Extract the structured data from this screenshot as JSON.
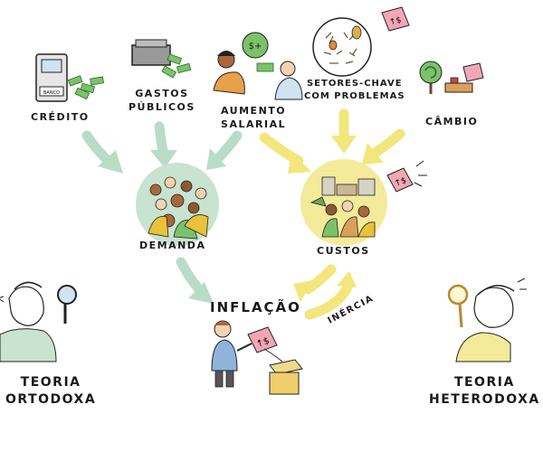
{
  "sources": {
    "credito": "CRÉDITO",
    "gastos_line1": "GASTOS",
    "gastos_line2": "PÚBLICOS",
    "aumento_line1": "AUMENTO",
    "aumento_line2": "SALARIAL",
    "setores_line1": "SETORES-CHAVE",
    "setores_line2": "COM PROBLEMAS",
    "cambio": "CÂMBIO"
  },
  "nodes": {
    "demanda": "DEMANDA",
    "custos": "CUSTOS",
    "inflacao": "INFLAÇÃO",
    "inercia": "INÉRCIA"
  },
  "theories": {
    "left_line1": "TEORIA",
    "left_line2": "ORTODOXA",
    "right_line1": "TEORIA",
    "right_line2": "HETERODOXA"
  },
  "tags": {
    "price_tag": "↑$",
    "bill": "$+",
    "atm_label": "BANCO"
  },
  "colors": {
    "demand_arrow": "#b9dcc9",
    "cost_arrow": "#f2e67c",
    "demand_circle": "#c8e3cf",
    "cost_circle": "#f3ea9a",
    "price_tag": "#f2a6b6",
    "money_green": "#7bc26a"
  }
}
